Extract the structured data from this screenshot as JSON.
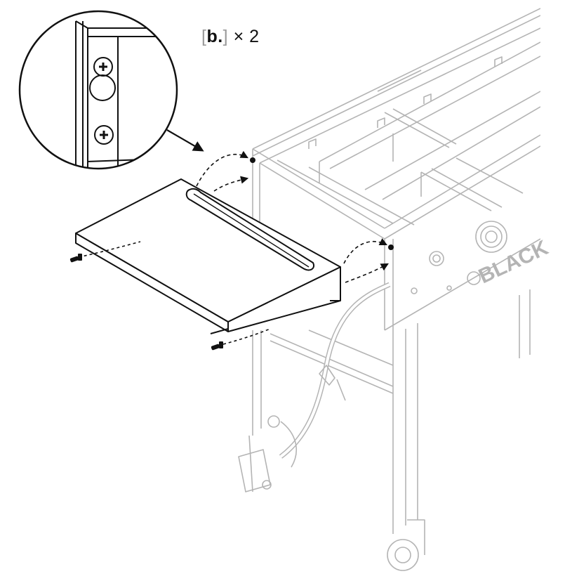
{
  "callout": {
    "open_bracket": "[",
    "part_letter": "b.",
    "close_bracket": "]",
    "quantity": "× 2"
  },
  "brand_text": "BLACK",
  "colors": {
    "line_dark": "#111111",
    "line_faded": "#b4b4b4",
    "background": "#ffffff"
  },
  "icons": {
    "screw": "phillips-screw-icon",
    "arrow": "arrow-icon"
  }
}
